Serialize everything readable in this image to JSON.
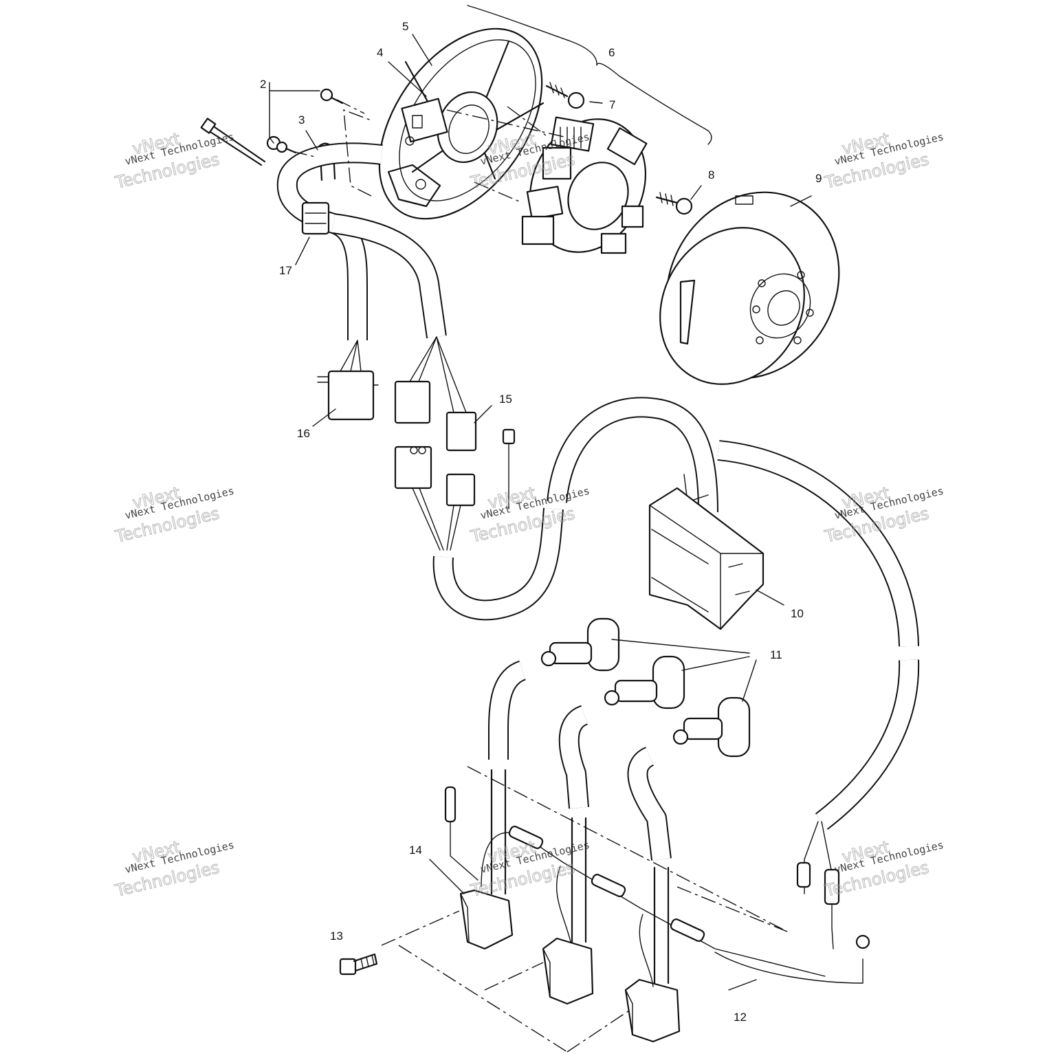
{
  "callouts": {
    "c2": "2",
    "c3": "3",
    "c4": "4",
    "c5": "5",
    "c6": "6",
    "c7": "7",
    "c8": "8",
    "c9": "9",
    "c10": "10",
    "c11": "11",
    "c12": "12",
    "c13": "13",
    "c14": "14",
    "c15": "15",
    "c16": "16",
    "c17": "17"
  },
  "watermark": {
    "line1": "vNext Technologies",
    "line2": "vNext",
    "line3": "Technologies"
  }
}
